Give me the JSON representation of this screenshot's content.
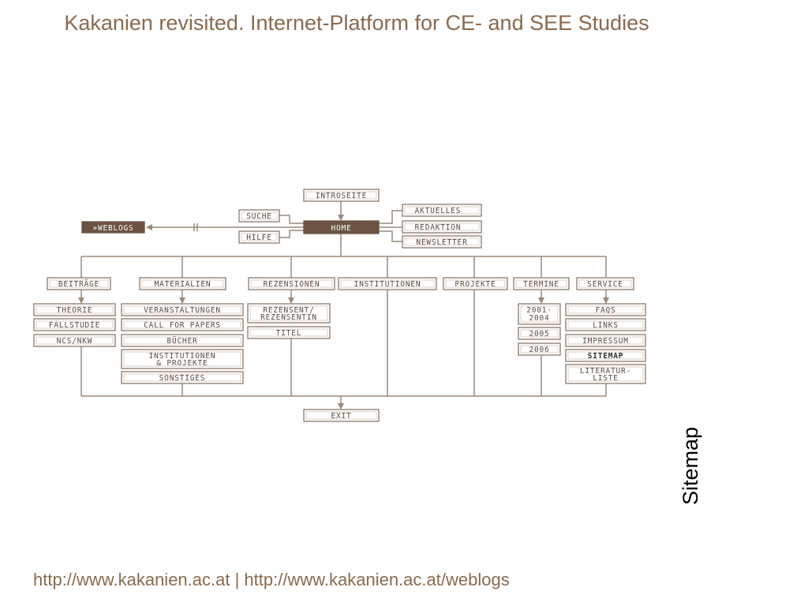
{
  "title": "Kakanien revisited. Internet-Platform for CE- and SEE Studies",
  "side_label": "Sitemap",
  "footer": "http://www.kakanien.ac.at | http://www.kakanien.ac.at/weblogs",
  "colors": {
    "title": "#8a6a4e",
    "line": "#9a8a7c",
    "home_fill": "#6b5242"
  },
  "nav": {
    "introseite": "INTROSEITE",
    "suche": "SUCHE",
    "home": "HOME",
    "hilfe": "HILFE",
    "weblogs": "»WEBLOGS",
    "aktuelles": "AKTUELLES",
    "redaktion": "REDAKTION",
    "newsletter": "NEWSLETTER",
    "exit": "EXIT"
  },
  "sections": {
    "beitraege": {
      "label": "BEITRÄGE",
      "items": [
        "THEORIE",
        "FALLSTUDIE",
        "NCS/NKW"
      ]
    },
    "materialien": {
      "label": "MATERIALIEN",
      "items": [
        "VERANSTALTUNGEN",
        "CALL FOR PAPERS",
        "BÜCHER",
        "INSTITUTIONEN",
        "& PROJEKTE",
        "SONSTIGES"
      ]
    },
    "rezensionen": {
      "label": "REZENSIONEN",
      "items": [
        "REZENSENT/",
        "REZENSENTIN",
        "TITEL"
      ]
    },
    "institutionen": {
      "label": "INSTITUTIONEN"
    },
    "projekte": {
      "label": "PROJEKTE"
    },
    "termine": {
      "label": "TERMINE",
      "items": [
        "2001-",
        "2004",
        "2005",
        "2006"
      ]
    },
    "service": {
      "label": "SERVICE",
      "items": [
        "FAQS",
        "LINKS",
        "IMPRESSUM",
        "SITEMAP",
        "LITERATUR-",
        "LISTE"
      ]
    }
  }
}
